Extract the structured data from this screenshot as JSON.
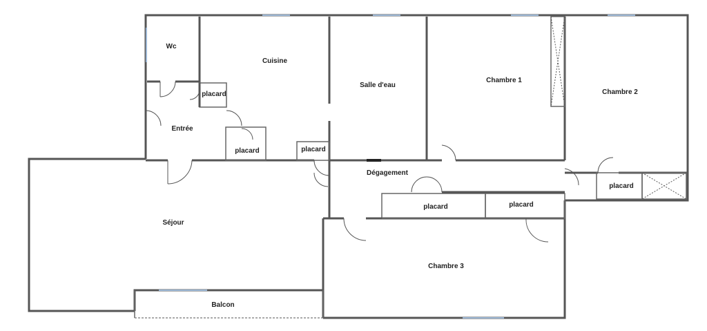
{
  "rooms": {
    "wc": "Wc",
    "cuisine": "Cuisine",
    "salle_eau": "Salle d'eau",
    "chambre1": "Chambre 1",
    "chambre2": "Chambre 2",
    "entree": "Entrée",
    "degagement": "Dégagement",
    "sejour": "Séjour",
    "chambre3": "Chambre 3",
    "balcon": "Balcon"
  },
  "closets": {
    "entree_top": "placard",
    "cuisine_left": "placard",
    "cuisine_right": "placard",
    "degagement_left": "placard",
    "degagement_right": "placard",
    "chambre2": "placard"
  },
  "colors": {
    "wall": "#555555",
    "window": "#9bb6d4",
    "label": "#222222"
  }
}
